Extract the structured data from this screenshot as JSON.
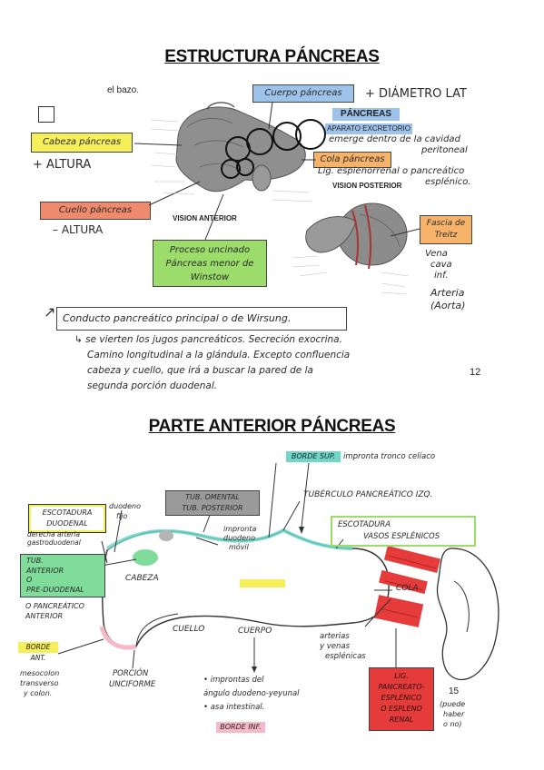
{
  "page1": {
    "title": "ESTRUCTURA PÁNCREAS",
    "top_note": "el bazo.",
    "cuerpo_label": "Cuerpo páncreas",
    "diametro": "+ DIÁMETRO LAT",
    "pancreas_heading": "PÁNCREAS",
    "aparato": "APARATO EXCRETORIO",
    "emerge": "emerge dentro de la cavidad",
    "peritoneal": "peritoneal",
    "cola_label": "Cola páncreas",
    "lig": "Lig. espienorrenal o pancreático",
    "esplenico": "esplénico.",
    "vision_posterior": "VISION POSTERIOR",
    "cabeza_label": "Cabeza páncreas",
    "mas_altura": "+ ALTURA",
    "cuello_label": "Cuello páncreas",
    "menos_altura": "– ALTURA",
    "vision_anterior": "VISION ANTERIOR",
    "proceso_l1": "Proceso uncinado",
    "proceso_l2": "Páncreas menor de",
    "proceso_l3": "Winstow",
    "fascia_l1": "Fascia de",
    "fascia_l2": "Treitz",
    "vena_l1": "Vena",
    "vena_l2": "cava",
    "vena_l3": "inf.",
    "arteria_l1": "Arteria",
    "arteria_l2": "(Aorta)",
    "conducto": "Conducto pancreático principal o de Wirsung.",
    "line1": "↳ se vierten los jugos pancreáticos. Secreción exocrina.",
    "line2": "Camino longitudinal a la glándula. Excepto confluencia",
    "line3": "cabeza y cuello, que irá a buscar la pared de la",
    "line4": "segunda porción duodenal.",
    "page_num": "12"
  },
  "page2": {
    "title": "PARTE ANTERIOR PÁNCREAS",
    "borde_sup": "BORDE SUP.",
    "impronta_tronco": "impronta tronco celíaco",
    "tub_omental_l1": "TUB. OMENTAL",
    "tub_omental_l2": "TUB. POSTERIOR",
    "impronta_duod_l1": "impronta",
    "impronta_duod_l2": "duodeno",
    "impronta_duod_l3": "móvil",
    "tuberculo": "TUBÉRCULO PANCREÁTICO IZQ.",
    "escotadura_duod_l1": "ESCOTADURA",
    "escotadura_duod_l2": "DUODENAL",
    "duodeno_fijo_l1": "duodeno",
    "duodeno_fijo_l2": "fijo",
    "derecha_l1": "derecha arteria",
    "derecha_l2": "gastroduodenal",
    "escotadura_vasos_l1": "ESCOTADURA",
    "escotadura_vasos_l2": "VASOS ESPLÉNICOS",
    "tub_anterior_l1": "TUB.",
    "tub_anterior_l2": "ANTERIOR",
    "tub_anterior_l3": "O",
    "tub_anterior_l4": "PRE-DUODENAL",
    "o_pancreatico_l1": "O PANCREÁTICO",
    "o_pancreatico_l2": "ANTERIOR",
    "cabeza": "CABEZA",
    "cola": "COLA",
    "borde_ant": "BORDE ANT.",
    "mesocolon_l1": "mesocolon",
    "mesocolon_l2": "transverso",
    "mesocolon_l3": "y colon.",
    "cuello": "CUELLO",
    "cuerpo": "CUERPO",
    "porcion_l1": "PORCIÓN",
    "porcion_l2": "UNCIFORME",
    "arterias_l1": "arterias",
    "arterias_l2": "y venas",
    "arterias_l3": "esplénicas",
    "improntas_l1": "• improntas del",
    "improntas_l2": "ángulo duodeno-yeyunal",
    "improntas_l3": "• asa intestinal.",
    "borde_inf": "BORDE INF.",
    "lig_l1": "LIG.",
    "lig_l2": "PANCREATO-",
    "lig_l3": "ESPLÉNICO",
    "lig_l4": "O ESPLENO",
    "lig_l5": "RENAL",
    "puede_l1": "(puede",
    "puede_l2": "haber",
    "puede_l3": "o no)",
    "page_num": "15"
  },
  "colors": {
    "blue": "#9ec3ea",
    "yellow": "#f5f05a",
    "orange": "#f7b36a",
    "salmon": "#f08a6c",
    "green": "#9bdc6a",
    "teal": "#6fd6c8",
    "pink": "#f6b9c9",
    "red": "#e53b3b",
    "gray": "#9a9a9a",
    "mint": "#7fdc9a"
  }
}
